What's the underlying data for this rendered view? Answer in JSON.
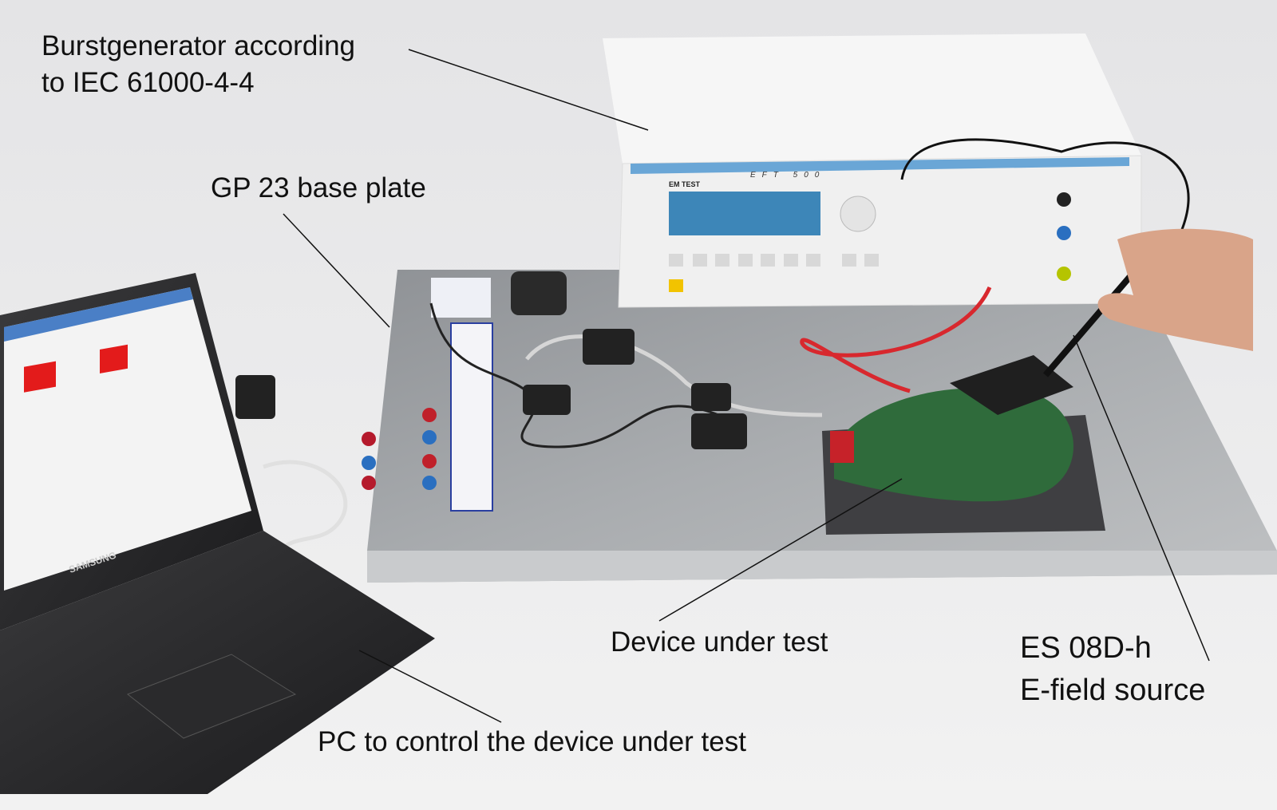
{
  "labels": {
    "burstgenerator": [
      "Burstgenerator according",
      "to IEC 61000-4-4"
    ],
    "base_plate": "GP 23 base plate",
    "device_under_test": "Device under test",
    "e_field_source": [
      "ES 08D-h",
      "E-field source"
    ],
    "pc": "PC to control the device under test"
  },
  "device_markings": {
    "generator_brand": "EM TEST",
    "generator_model": "EFT 500",
    "laptop_brand": "SAMSUNG"
  },
  "colors": {
    "background": "#e9e9eb",
    "generator_stripe": "#6aa6d6",
    "lcd": "#3d86b8",
    "pcb": "#2f6b3b",
    "plate": "#9b9ea1"
  }
}
